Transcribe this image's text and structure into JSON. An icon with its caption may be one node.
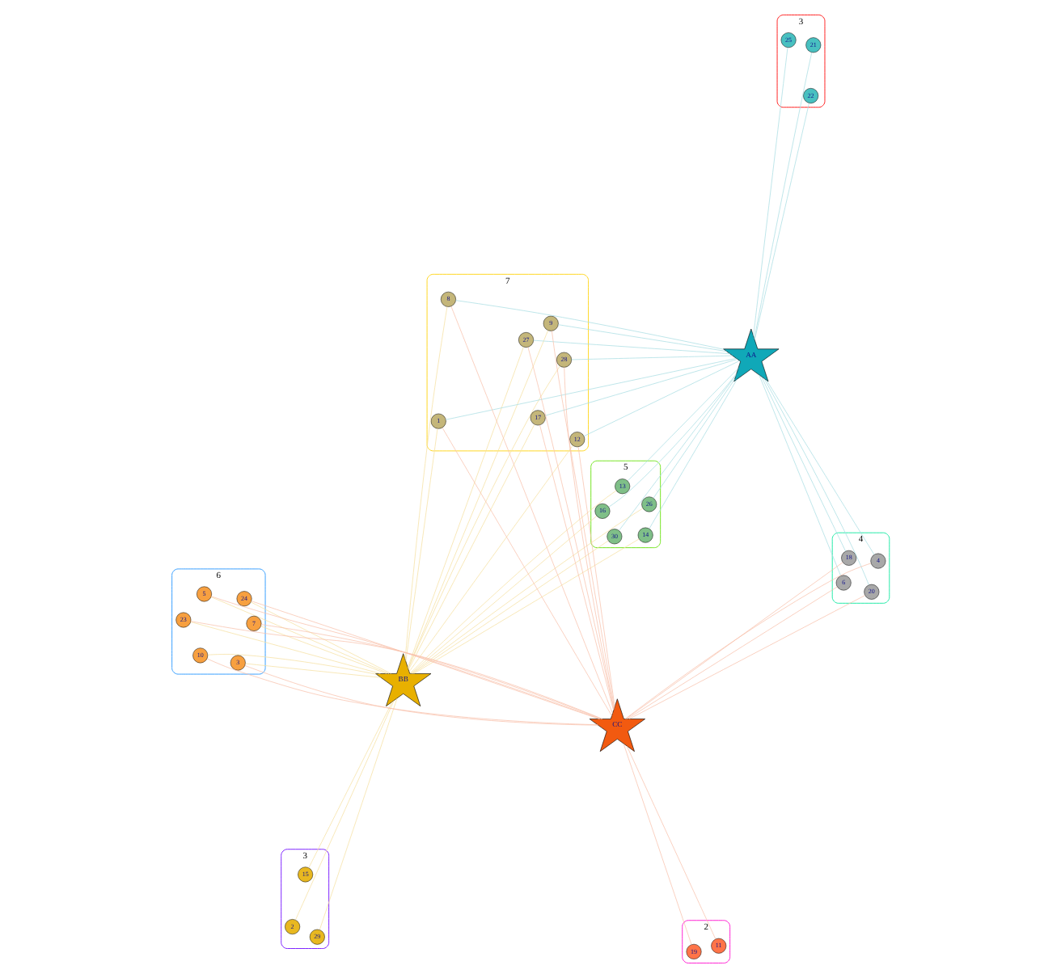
{
  "diagram": {
    "nodes": [
      {
        "text": [
          "3"
        ]
      },
      {
        "text": [
          "29"
        ],
        "in": 0
      },
      {
        "text": [
          "15"
        ],
        "in": 0
      },
      {
        "text": [
          "2"
        ],
        "in": 0
      },
      {
        "text": [
          "BB"
        ]
      },
      {
        "text": [
          "5"
        ]
      },
      {
        "text": [
          "30"
        ],
        "in": 5
      },
      {
        "text": [
          "13"
        ],
        "in": 5
      },
      {
        "text": [
          "14"
        ],
        "in": 5
      },
      {
        "text": [
          "16"
        ],
        "in": 5
      },
      {
        "text": [
          "26"
        ],
        "in": 5
      },
      {
        "text": [
          "6"
        ]
      },
      {
        "text": [
          "5"
        ],
        "in": 11
      },
      {
        "text": [
          "10"
        ],
        "in": 11
      },
      {
        "text": [
          "3"
        ],
        "in": 11
      },
      {
        "text": [
          "24"
        ],
        "in": 11
      },
      {
        "text": [
          "7"
        ],
        "in": 11
      },
      {
        "text": [
          "23"
        ],
        "in": 11
      },
      {
        "text": [
          "7"
        ]
      },
      {
        "text": [
          "1"
        ],
        "in": 18
      },
      {
        "text": [
          "9"
        ],
        "in": 18
      },
      {
        "text": [
          "8"
        ],
        "in": 18
      },
      {
        "text": [
          "28"
        ],
        "in": 18
      },
      {
        "text": [
          "12"
        ],
        "in": 18
      },
      {
        "text": [
          "17"
        ],
        "in": 18
      },
      {
        "text": [
          "27"
        ],
        "in": 18
      },
      {
        "text": [
          "3"
        ]
      },
      {
        "text": [
          "25"
        ],
        "in": 26
      },
      {
        "text": [
          "AA"
        ]
      },
      {
        "text": [
          "22"
        ],
        "in": 26
      },
      {
        "text": [
          "21"
        ],
        "in": 26
      },
      {
        "text": [
          "4"
        ]
      },
      {
        "text": [
          "4"
        ],
        "in": 31
      },
      {
        "text": [
          "18"
        ],
        "in": 31
      },
      {
        "text": [
          "6"
        ],
        "in": 31
      },
      {
        "text": [
          "20"
        ],
        "in": 31
      },
      {
        "text": [
          "CC"
        ]
      },
      {
        "text": [
          "2"
        ]
      },
      {
        "text": [
          "11"
        ],
        "in": 37
      },
      {
        "text": [
          "19"
        ],
        "in": 37
      }
    ],
    "edges": [
      {
        "from": 4,
        "to": 1,
        "arrow": "none",
        "color": "#f5dfa0"
      },
      {
        "from": 4,
        "to": 2,
        "arrow": "none",
        "color": "#f5dfa0"
      },
      {
        "from": 4,
        "to": 3,
        "arrow": "none",
        "color": "#f5dfa0"
      },
      {
        "from": 4,
        "to": 6,
        "arrow": "none",
        "color": "#f5dfa0"
      },
      {
        "from": 4,
        "to": 7,
        "arrow": "none",
        "color": "#f5dfa0"
      },
      {
        "from": 4,
        "to": 8,
        "arrow": "none",
        "color": "#f5dfa0"
      },
      {
        "from": 4,
        "to": 9,
        "arrow": "none",
        "color": "#f5dfa0"
      },
      {
        "from": 4,
        "to": 10,
        "arrow": "none",
        "color": "#f5dfa0"
      },
      {
        "from": 4,
        "to": 12,
        "arrow": "none",
        "color": "#f5dfa0"
      },
      {
        "from": 4,
        "to": 13,
        "arrow": "none",
        "color": "#f5dfa0"
      },
      {
        "from": 4,
        "to": 14,
        "arrow": "none",
        "color": "#f5dfa0"
      },
      {
        "from": 4,
        "to": 15,
        "arrow": "none",
        "color": "#f5dfa0"
      },
      {
        "from": 4,
        "to": 16,
        "arrow": "none",
        "color": "#f5dfa0"
      },
      {
        "from": 4,
        "to": 17,
        "arrow": "none",
        "color": "#f5dfa0"
      },
      {
        "from": 4,
        "to": 19,
        "arrow": "none",
        "color": "#f5dfa0"
      },
      {
        "from": 4,
        "to": 20,
        "arrow": "none",
        "color": "#f5dfa0"
      },
      {
        "from": 4,
        "to": 21,
        "arrow": "none",
        "color": "#f5dfa0"
      },
      {
        "from": 4,
        "to": 22,
        "arrow": "none",
        "color": "#f5dfa0"
      },
      {
        "from": 4,
        "to": 23,
        "arrow": "none",
        "color": "#f5dfa0"
      },
      {
        "from": 4,
        "to": 24,
        "arrow": "none",
        "color": "#f5dfa0"
      },
      {
        "from": 4,
        "to": 25,
        "arrow": "none",
        "color": "#f5dfa0"
      },
      {
        "from": 28,
        "to": 27,
        "arrow": "none",
        "color": "#a8dde3"
      },
      {
        "from": 28,
        "to": 29,
        "arrow": "none",
        "color": "#a8dde3"
      },
      {
        "from": 28,
        "to": 30,
        "arrow": "none",
        "color": "#a8dde3"
      },
      {
        "from": 28,
        "to": 6,
        "arrow": "none",
        "color": "#a8dde3"
      },
      {
        "from": 28,
        "to": 7,
        "arrow": "none",
        "color": "#a8dde3"
      },
      {
        "from": 28,
        "to": 8,
        "arrow": "none",
        "color": "#a8dde3"
      },
      {
        "from": 28,
        "to": 9,
        "arrow": "none",
        "color": "#a8dde3"
      },
      {
        "from": 28,
        "to": 10,
        "arrow": "none",
        "color": "#a8dde3"
      },
      {
        "from": 28,
        "to": 19,
        "arrow": "none",
        "color": "#a8dde3"
      },
      {
        "from": 28,
        "to": 20,
        "arrow": "none",
        "color": "#a8dde3"
      },
      {
        "from": 28,
        "to": 21,
        "arrow": "none",
        "color": "#a8dde3"
      },
      {
        "from": 28,
        "to": 22,
        "arrow": "none",
        "color": "#a8dde3"
      },
      {
        "from": 28,
        "to": 23,
        "arrow": "none",
        "color": "#a8dde3"
      },
      {
        "from": 28,
        "to": 24,
        "arrow": "none",
        "color": "#a8dde3"
      },
      {
        "from": 28,
        "to": 25,
        "arrow": "none",
        "color": "#a8dde3"
      },
      {
        "from": 28,
        "to": 32,
        "arrow": "none",
        "color": "#a8dde3"
      },
      {
        "from": 28,
        "to": 33,
        "arrow": "none",
        "color": "#a8dde3"
      },
      {
        "from": 28,
        "to": 34,
        "arrow": "none",
        "color": "#a8dde3"
      },
      {
        "from": 28,
        "to": 35,
        "arrow": "none",
        "color": "#a8dde3"
      },
      {
        "from": 36,
        "to": 38,
        "arrow": "none",
        "color": "#f8c0aa"
      },
      {
        "from": 36,
        "to": 39,
        "arrow": "none",
        "color": "#f8c0aa"
      },
      {
        "from": 36,
        "to": 12,
        "arrow": "none",
        "color": "#f8c0aa"
      },
      {
        "from": 36,
        "to": 13,
        "arrow": "none",
        "color": "#f8c0aa"
      },
      {
        "from": 36,
        "to": 14,
        "arrow": "none",
        "color": "#f8c0aa"
      },
      {
        "from": 36,
        "to": 15,
        "arrow": "none",
        "color": "#f8c0aa"
      },
      {
        "from": 36,
        "to": 16,
        "arrow": "none",
        "color": "#f8c0aa"
      },
      {
        "from": 36,
        "to": 17,
        "arrow": "none",
        "color": "#f8c0aa"
      },
      {
        "from": 36,
        "to": 19,
        "arrow": "none",
        "color": "#f8c0aa"
      },
      {
        "from": 36,
        "to": 20,
        "arrow": "none",
        "color": "#f8c0aa"
      },
      {
        "from": 36,
        "to": 21,
        "arrow": "none",
        "color": "#f8c0aa"
      },
      {
        "from": 36,
        "to": 22,
        "arrow": "none",
        "color": "#f8c0aa"
      },
      {
        "from": 36,
        "to": 23,
        "arrow": "none",
        "color": "#f8c0aa"
      },
      {
        "from": 36,
        "to": 24,
        "arrow": "none",
        "color": "#f8c0aa"
      },
      {
        "from": 36,
        "to": 25,
        "arrow": "none",
        "color": "#f8c0aa"
      },
      {
        "from": 36,
        "to": 32,
        "arrow": "none",
        "color": "#f8c0aa"
      },
      {
        "from": 36,
        "to": 33,
        "arrow": "none",
        "color": "#f8c0aa"
      },
      {
        "from": 36,
        "to": 34,
        "arrow": "none",
        "color": "#f8c0aa"
      },
      {
        "from": 36,
        "to": 35,
        "arrow": "none",
        "color": "#f8c0aa"
      }
    ]
  }
}
